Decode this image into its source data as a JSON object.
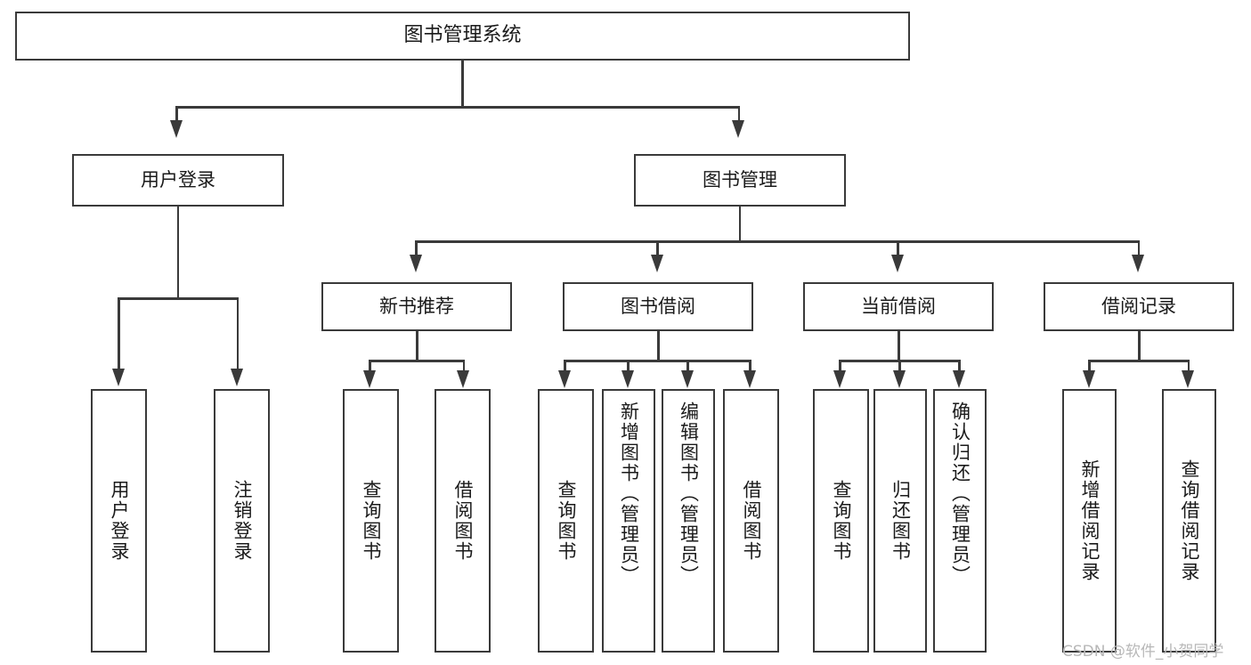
{
  "diagram": {
    "title": "图书管理系统",
    "type": "tree",
    "watermark": "CSDN @软件_小贺同学",
    "colors": {
      "stroke": "#3a3a3a",
      "fill": "#ffffff",
      "text": "#1a1a1a",
      "watermark": "#b8b8b8"
    },
    "root": {
      "label": "图书管理系统"
    },
    "level1": [
      {
        "label": "用户登录"
      },
      {
        "label": "图书管理"
      }
    ],
    "level2": [
      {
        "label": "新书推荐"
      },
      {
        "label": "图书借阅"
      },
      {
        "label": "当前借阅"
      },
      {
        "label": "借阅记录"
      }
    ],
    "leaves": {
      "user_login": [
        {
          "label": "用户登录"
        },
        {
          "label": "注销登录"
        }
      ],
      "new_books": [
        {
          "label": "查询图书"
        },
        {
          "label": "借阅图书"
        }
      ],
      "book_borrow": [
        {
          "label": "查询图书"
        },
        {
          "label": "新增图书（管理员）"
        },
        {
          "label": "编辑图书（管理员）"
        },
        {
          "label": "借阅图书"
        }
      ],
      "current_borrow": [
        {
          "label": "查询图书"
        },
        {
          "label": "归还图书"
        },
        {
          "label": "确认归还（管理员）"
        }
      ],
      "borrow_records": [
        {
          "label": "新增借阅记录"
        },
        {
          "label": "查询借阅记录"
        }
      ]
    }
  }
}
